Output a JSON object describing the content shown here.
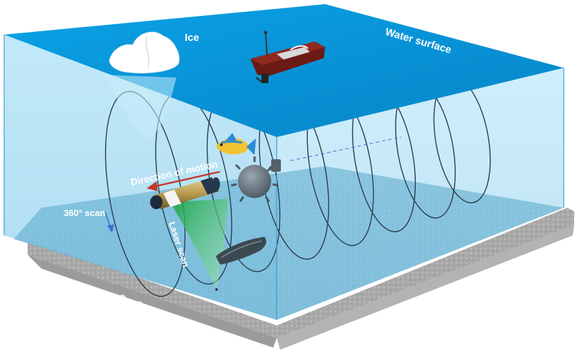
{
  "labels": {
    "ice": "Ice",
    "water_surface": "Water surface",
    "direction_of_motion": "Direction of motion",
    "scan_360": "360° scan",
    "laser_scan": "Laser scan",
    "seafloor": "Seafloor"
  },
  "colors": {
    "water_top": "#0b9be0",
    "water_side": "#8fd4f3",
    "seafloor_gray": "#a6a6a6",
    "seabed_blue": "#6fa9c4",
    "motion_arrow": "#c0392b",
    "scan_arrow": "#3a6fd1",
    "laser": "#1fa64a",
    "helix": "#2b3a4a"
  },
  "icons": [
    "iceberg-icon",
    "boat-icon",
    "fish-icon",
    "mine-icon",
    "wreck-icon",
    "scanner-vehicle-icon"
  ]
}
